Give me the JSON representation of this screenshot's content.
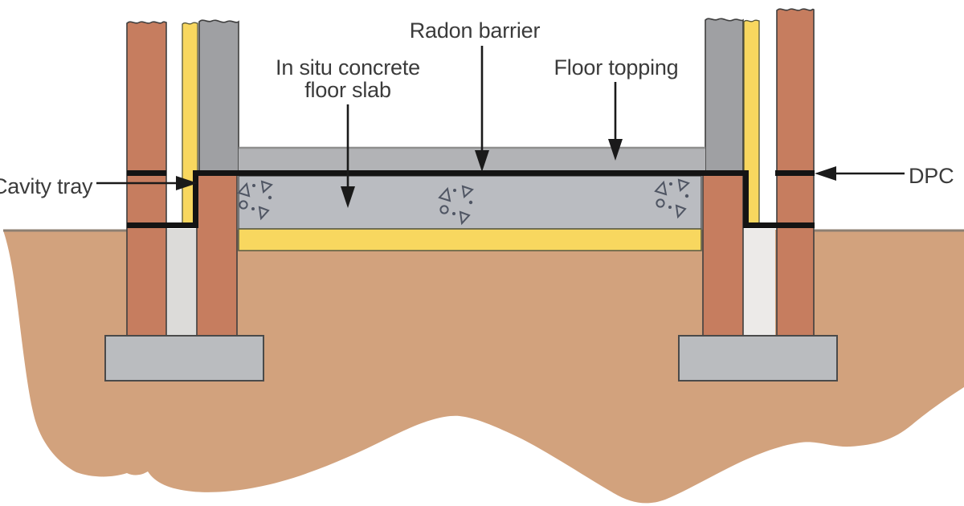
{
  "diagram": {
    "type": "construction-detail-cross-section",
    "labels": {
      "radon_barrier": {
        "text": "Radon barrier"
      },
      "in_situ_slab": {
        "lines": [
          "In situ concrete",
          "floor slab"
        ]
      },
      "floor_topping": {
        "text": "Floor topping"
      },
      "cavity_tray": {
        "text": "Cavity tray"
      },
      "dpc": {
        "text": "DPC"
      }
    },
    "colors": {
      "brick": "#c67d5f",
      "soil": "#d2a27d",
      "insulation_yellow": "#f8d75f",
      "block_gray": "#9fa0a3",
      "topping_gray": "#b2b3b6",
      "slab_gray": "#babcc1",
      "footing_gray": "#babcbf",
      "cavity_fill_gray": "#dcdbd9",
      "cavity_fill_light": "#eceae8",
      "barrier_black": "#141414",
      "ground_line": "#8d7f72",
      "topping_edge": "#8e8e8e",
      "speckle": "#4f5563",
      "label_text": "#3b3b3b"
    }
  }
}
